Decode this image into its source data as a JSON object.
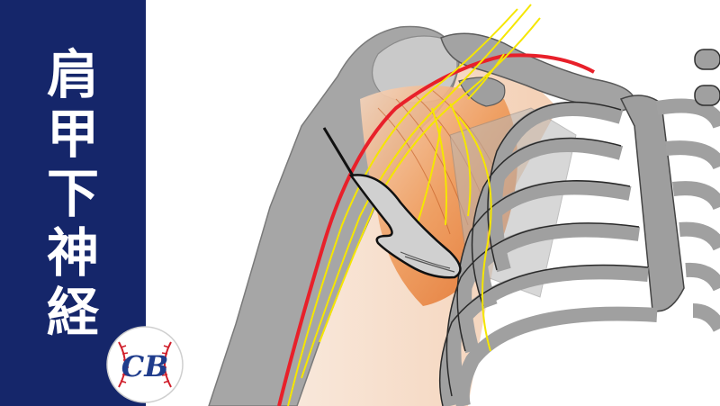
{
  "title": {
    "chars": [
      "肩",
      "甲",
      "下",
      "神",
      "経"
    ]
  },
  "logo": {
    "text": "CB",
    "icon": "baseball-logo-icon"
  },
  "colors": {
    "panel": "#15266a",
    "bone": "#9a9a9a",
    "bone_dark": "#3c3c3c",
    "muscle": "#e8803a",
    "nerve": "#f5e600",
    "artery": "#e8202a",
    "logo_red": "#d01e2a",
    "logo_blue": "#1f3c8c"
  }
}
